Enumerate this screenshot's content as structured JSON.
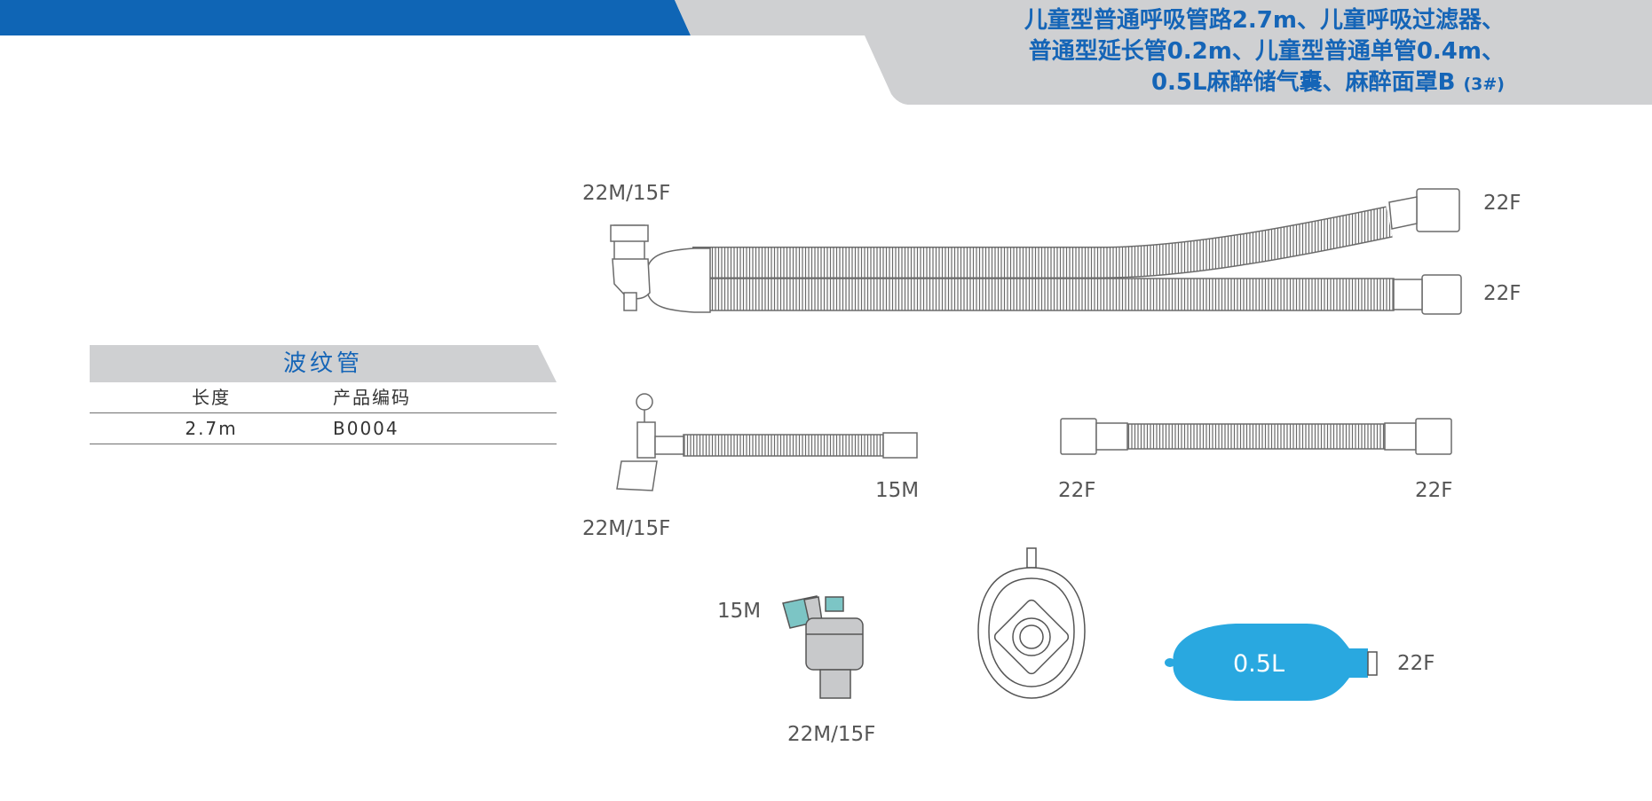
{
  "title": {
    "line1": "儿童型普通呼吸管路2.7m、儿童呼吸过滤器、",
    "line2": "普通型延长管0.2m、儿童型普通单管0.4m、",
    "line3": "0.5L麻醉储气囊、麻醉面罩B",
    "line3_small": "(3#)"
  },
  "spec_table": {
    "heading": "波纹管",
    "columns": [
      "长度",
      "产品编码"
    ],
    "rows": [
      [
        "2.7m",
        "B0004"
      ]
    ]
  },
  "labels": {
    "circuit_patient": "22M/15F",
    "circuit_end_top": "22F",
    "circuit_end_bottom": "22F",
    "single_tube_patient": "22M/15F",
    "single_tube_end": "15M",
    "extension_left": "22F",
    "extension_right": "22F",
    "filter_top": "15M",
    "filter_bottom": "22M/15F",
    "bag_volume": "0.5L",
    "bag_port": "22F"
  },
  "colors": {
    "brand_blue": "#1565b7",
    "banner_gray": "#cfd0d2",
    "bag_blue": "#29a8e0",
    "filter_teal": "#7cc5c5",
    "filter_gray": "#c8c9cb"
  }
}
